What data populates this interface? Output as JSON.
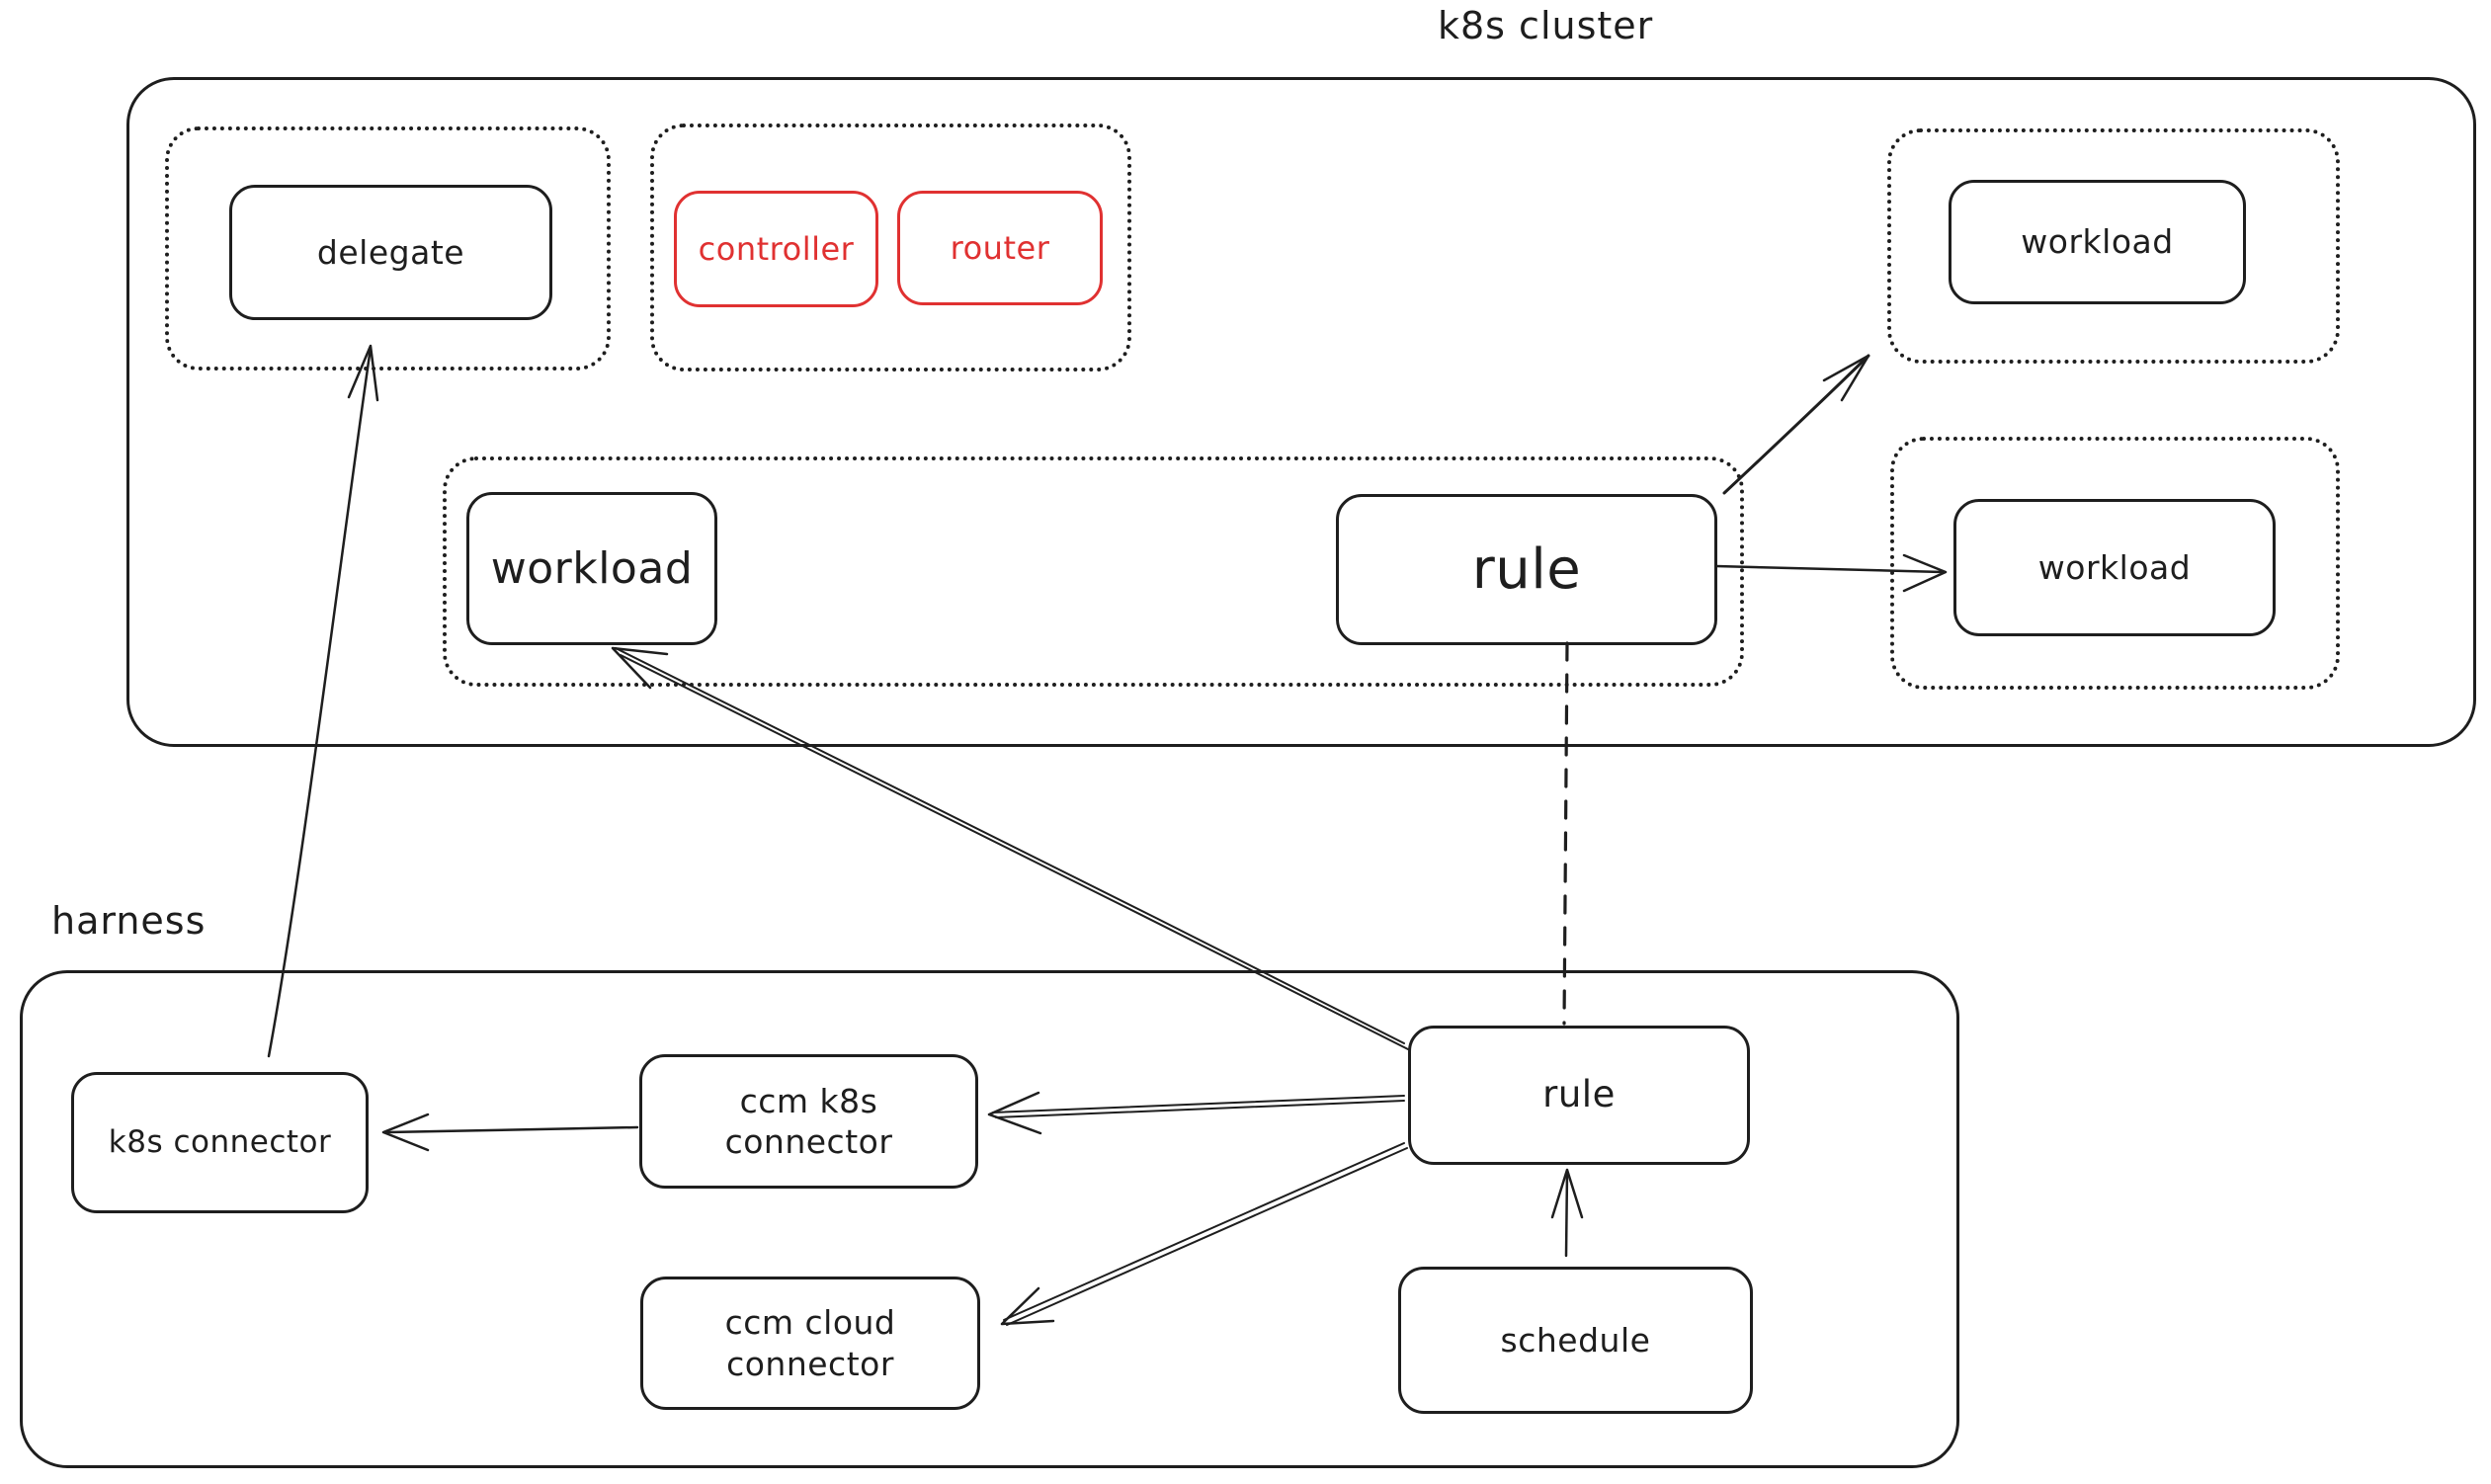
{
  "canvas": {
    "colors": {
      "ink": "#1e1e1e",
      "red": "#e03131",
      "bg": "#ffffff"
    }
  },
  "clusters": {
    "k8s": {
      "label": "k8s cluster"
    },
    "harness": {
      "label": "harness"
    }
  },
  "nodes": {
    "delegate": {
      "label": "delegate"
    },
    "controller": {
      "label": "controller"
    },
    "router": {
      "label": "router"
    },
    "workload_main": {
      "label": "workload"
    },
    "rule_top": {
      "label": "rule"
    },
    "workload_right_top": {
      "label": "workload"
    },
    "workload_right_bottom": {
      "label": "workload"
    },
    "k8s_connector": {
      "label": "k8s connector"
    },
    "ccm_k8s_connector": {
      "label": "ccm k8s connector"
    },
    "ccm_cloud_connector": {
      "label": "ccm cloud connector"
    },
    "rule_bottom": {
      "label": "rule"
    },
    "schedule": {
      "label": "schedule"
    }
  },
  "connections": [
    {
      "from": "k8s connector",
      "to": "delegate",
      "style": "solid-arrow"
    },
    {
      "from": "rule (harness)",
      "to": "workload (k8s cluster)",
      "style": "double-line-arrow"
    },
    {
      "from": "rule (k8s cluster)",
      "to": "workload group (top right)",
      "style": "solid-arrow"
    },
    {
      "from": "rule (k8s cluster)",
      "to": "workload (bottom right)",
      "style": "solid-arrow"
    },
    {
      "from": "rule (k8s cluster)",
      "to": "rule (harness)",
      "style": "dashed-line"
    },
    {
      "from": "schedule",
      "to": "rule (harness)",
      "style": "solid-arrow"
    },
    {
      "from": "rule (harness)",
      "to": "ccm k8s connector",
      "style": "double-line-arrow"
    },
    {
      "from": "rule (harness)",
      "to": "ccm cloud connector",
      "style": "double-line-arrow"
    },
    {
      "from": "ccm k8s connector",
      "to": "k8s connector",
      "style": "solid-arrow"
    }
  ]
}
